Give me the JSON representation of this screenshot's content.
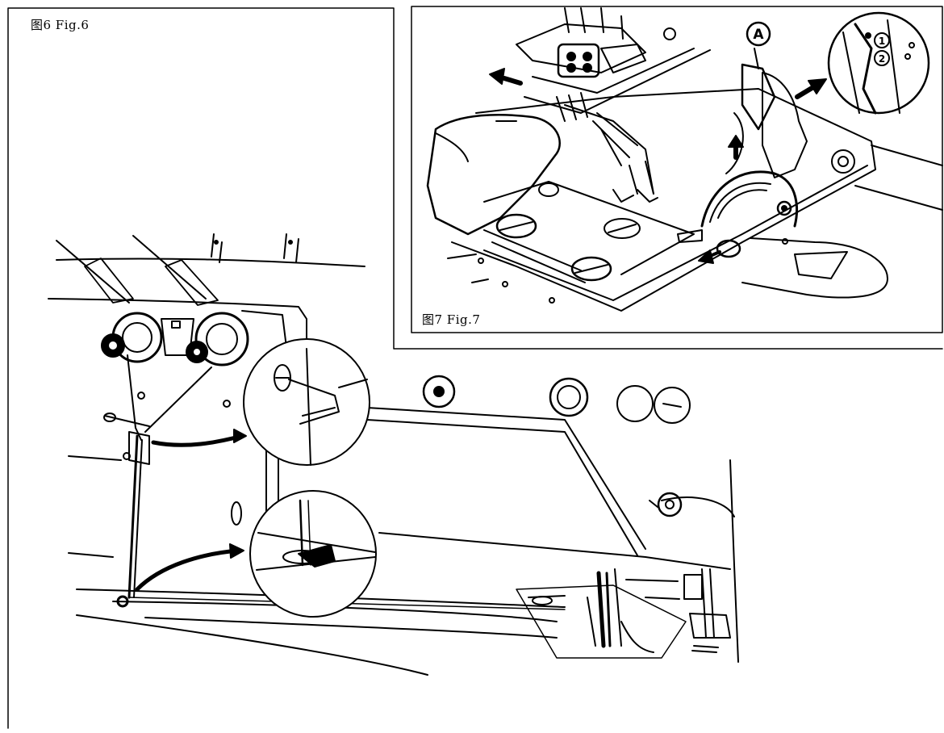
{
  "figures": [
    {
      "id": "fig6",
      "caption": "图6 Fig.6"
    },
    {
      "id": "fig7",
      "caption": "图7 Fig.7"
    }
  ],
  "callouts": {
    "point_a": "A",
    "detail_1": "1",
    "detail_2": "2"
  },
  "colors": {
    "ink": "#000000",
    "paper": "#ffffff"
  }
}
